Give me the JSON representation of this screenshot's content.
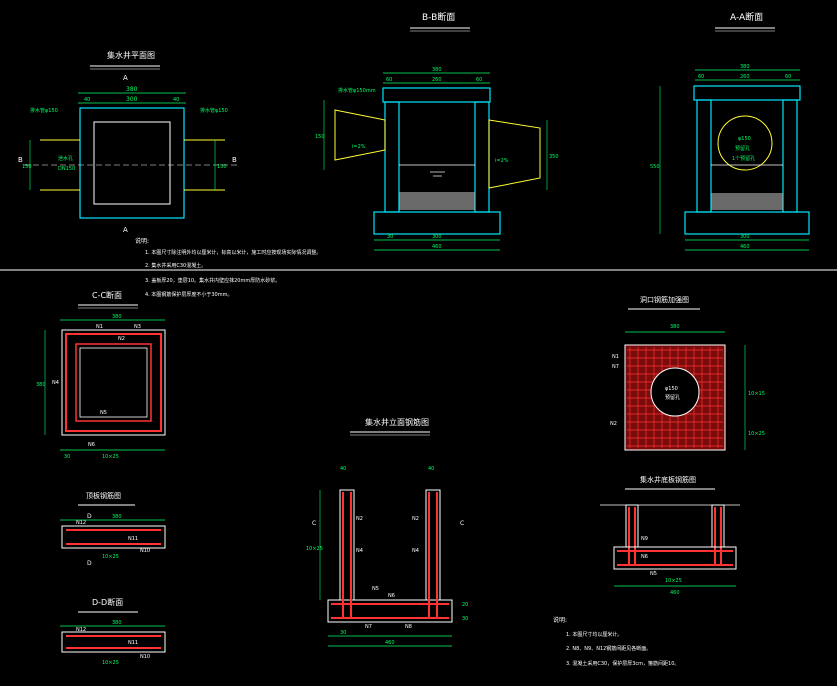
{
  "colors": {
    "bg": "#000000",
    "outline": "#ffffff",
    "cut": "#00e5ff",
    "dim": "#00ff66",
    "pipe": "#ffff33",
    "rebar": "#ff3333",
    "note": "#ffffff",
    "leader": "#ff66ff"
  },
  "views": {
    "plan_title": "集水井平面图",
    "bb_title": "B-B断面",
    "aa_title": "A-A断面",
    "cc_title": "C-C断面",
    "rebar_elev_title": "集水井立面钢筋图",
    "pipe_rebar_title": "洞口钢筋加强图",
    "pipe_sec_title": "集水井底板钢筋图",
    "top_slab_title": "顶板钢筋图",
    "dd_title": "D-D断面"
  },
  "plan": {
    "cut_a": "A",
    "cut_b": "B",
    "dim_total": "380",
    "dim_inner": "300",
    "dim_40": "40",
    "left_pipe": "排水管φ150",
    "right_pipe": "排水管φ150",
    "left_dim": "150",
    "right_dim": "150",
    "left_note": "泄水孔",
    "left_note2": "DN150"
  },
  "bb": {
    "top_total": "380",
    "top_60": "60",
    "top_260": "260",
    "pipe_label": "排水管φ150mm",
    "slope_left": "i=2%",
    "slope_right": "i=2%",
    "dim_150": "150",
    "dim_350": "350",
    "bot_30": "30",
    "bot_300": "300",
    "bot_total": "460"
  },
  "aa": {
    "top_total": "380",
    "top_60": "60",
    "top_260": "260",
    "hole": "φ150",
    "hole_note": "预留孔",
    "hole_note2": "1个预留孔",
    "bot_300": "300",
    "bot_total": "460",
    "side_550": "550"
  },
  "notes1": {
    "heading": "说明:",
    "items": [
      "1. 本图尺寸除注明外均以厘米计，标高以米计，施工时应按现场实际情况调整。",
      "2. 集水井采用C30混凝土。",
      "3. 盖板厚20，垫层10。集水井内壁应抹20mm厚防水砂浆。",
      "4. 本图钢筋保护层厚度不小于30mm。"
    ]
  },
  "cc": {
    "dim_top": "380",
    "labels": [
      "N1",
      "N2",
      "N3",
      "N4",
      "N5",
      "N6"
    ],
    "dim_bottom": "10×25",
    "dim_30": "30",
    "dim_left": "380"
  },
  "topslab": {
    "dim": "380",
    "labels": [
      "N12",
      "N11",
      "N10"
    ],
    "dim_bottom": "10×25",
    "cut": "D"
  },
  "dd": {
    "dim": "380",
    "labels": [
      "N12",
      "N11",
      "N10"
    ],
    "dim_bottom": "10×25"
  },
  "elev": {
    "dim_top_left": "40",
    "dim_top_right": "40",
    "cut": "C",
    "labels_left": [
      "N2",
      "N4"
    ],
    "labels_right": [
      "N2",
      "N4"
    ],
    "labels_bottom": [
      "N5",
      "N6",
      "N7",
      "N8"
    ],
    "dim_bottom_total": "460",
    "dim_bottom_30": "30",
    "dim_side": "10×25",
    "dim_20": "20",
    "dim_30": "30"
  },
  "pipe_rebar": {
    "dim_top": "380",
    "labels": [
      "N1",
      "N7",
      "N2"
    ],
    "hole": "φ150",
    "hole2": "预留孔",
    "dim_right": "10×15",
    "dim_right2": "10×25"
  },
  "base": {
    "labels": [
      "N9",
      "N6",
      "N5"
    ],
    "dim": "10×25",
    "dim_total": "460"
  },
  "notes2": {
    "heading": "说明:",
    "items": [
      "1. 本图尺寸均以厘米计。",
      "2. N8、N9、N12钢筋间距见各断面。",
      "3. 混凝土采用C30，保护层厚3cm，箍筋间距10。"
    ]
  }
}
